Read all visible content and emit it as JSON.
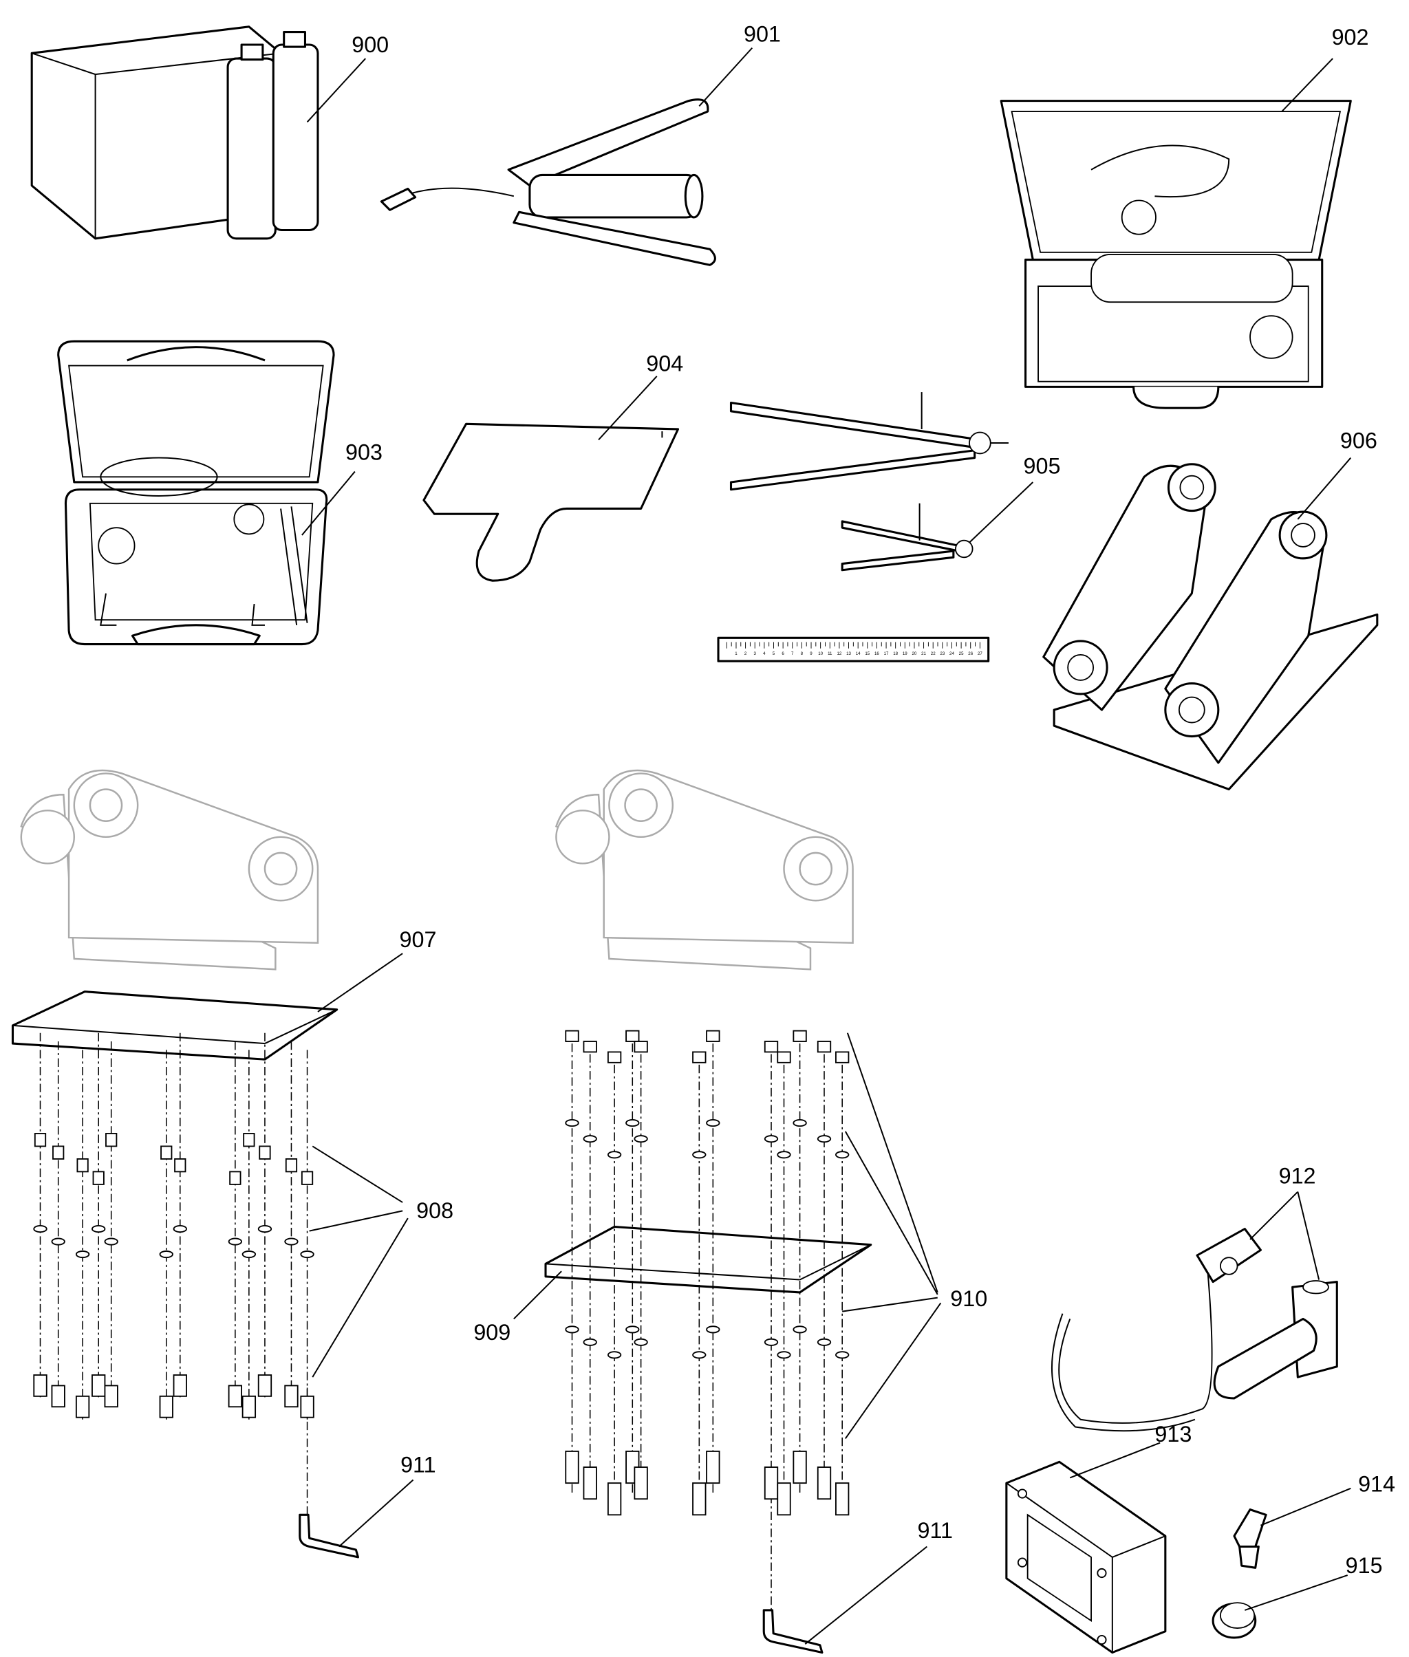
{
  "callouts": {
    "c900": "900",
    "c901": "901",
    "c902": "902",
    "c903": "903",
    "c904": "904",
    "c905": "905",
    "c906": "906",
    "c907": "907",
    "c908": "908",
    "c909": "909",
    "c910": "910",
    "c911a": "911",
    "c911b": "911",
    "c912": "912",
    "c913": "913",
    "c914": "914",
    "c915": "915"
  },
  "ruler": {
    "numbers": [
      "1",
      "2",
      "3",
      "4",
      "5",
      "6",
      "7",
      "8",
      "9",
      "10",
      "11",
      "12",
      "13",
      "14",
      "15",
      "16",
      "17",
      "18",
      "19",
      "20",
      "21",
      "22",
      "23",
      "24",
      "25",
      "26",
      "27"
    ]
  }
}
